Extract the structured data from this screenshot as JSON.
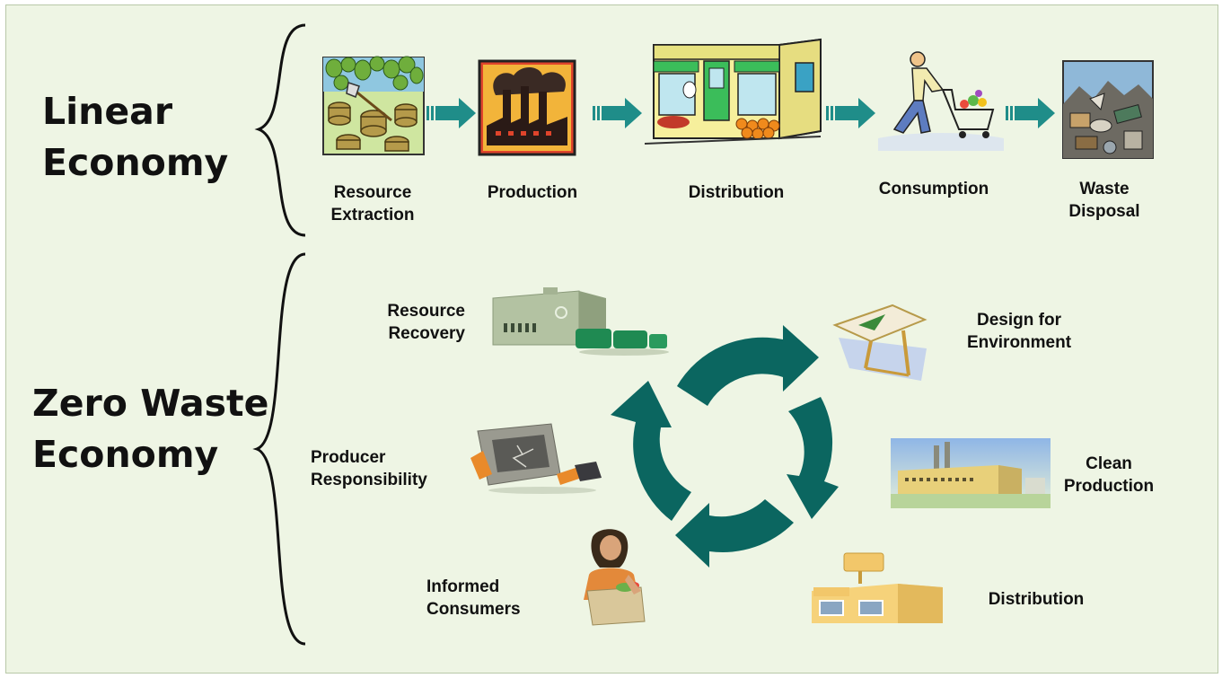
{
  "linear_economy": {
    "title": [
      "Linear",
      "Economy"
    ],
    "stages": [
      {
        "lines": [
          "Resource",
          "Extraction"
        ],
        "icon": "tree-stumps-axe-icon"
      },
      {
        "lines": [
          "Production"
        ],
        "icon": "smoking-factory-icon"
      },
      {
        "lines": [
          "Distribution"
        ],
        "icon": "storefront-icon"
      },
      {
        "lines": [
          "Consumption"
        ],
        "icon": "shopping-cart-person-icon"
      },
      {
        "lines": [
          "Waste",
          "Disposal"
        ],
        "icon": "garbage-pile-icon"
      }
    ]
  },
  "zero_waste_economy": {
    "title": [
      "Zero Waste",
      "Economy"
    ],
    "stages": [
      {
        "lines": [
          "Resource",
          "Recovery"
        ],
        "icon": "recovery-facility-icon"
      },
      {
        "lines": [
          "Design for",
          "Environment"
        ],
        "icon": "drafting-table-icon"
      },
      {
        "lines": [
          "Clean",
          "Production"
        ],
        "icon": "clean-factory-icon"
      },
      {
        "lines": [
          "Distribution"
        ],
        "icon": "stuff-store-icon"
      },
      {
        "lines": [
          "Informed",
          "Consumers"
        ],
        "icon": "shopper-woman-icon"
      },
      {
        "lines": [
          "Producer",
          "Responsibility"
        ],
        "icon": "broken-monitor-icon"
      }
    ]
  },
  "colors": {
    "background": "#eef5e4",
    "arrow_teal": "#1f8d89",
    "cycle_teal": "#0b6660",
    "text": "#111111"
  }
}
